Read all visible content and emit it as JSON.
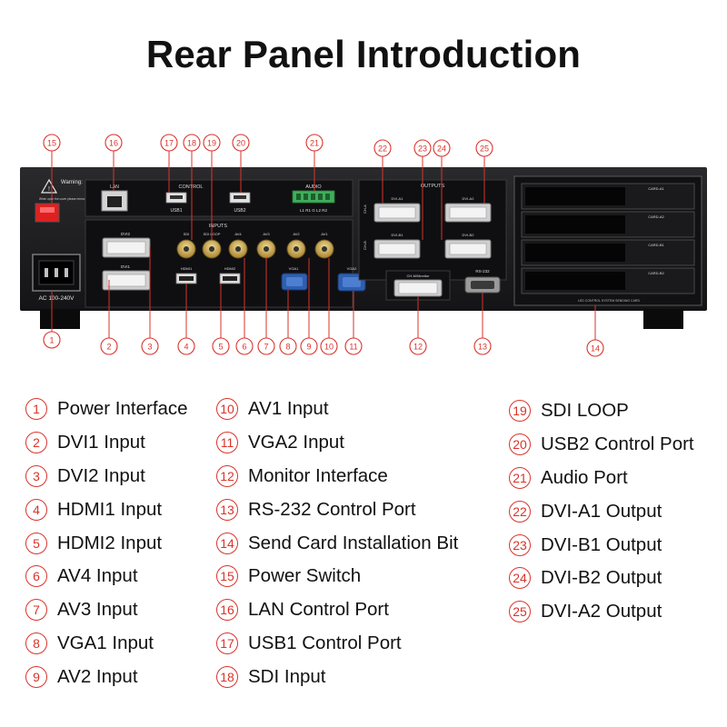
{
  "page": {
    "title": "Rear Panel Introduction"
  },
  "colors": {
    "accent_red": "#d9332b",
    "device_body": "#1d1d1f",
    "panel_dark": "#121214",
    "panel_light": "#d8d8d8",
    "connector_gold": "#c8a24a",
    "connector_blue": "#2f5fb0"
  },
  "device": {
    "panel_labels": {
      "warning": "Warning:",
      "warning_note": "When open the cover please remove the power supply",
      "ac_label": "AC 100-240V",
      "lan": "LAN",
      "control": "CONTROL",
      "usb1": "USB1",
      "usb2": "USB2",
      "audio": "AUDIO",
      "audio_pins": "L1 R1 G L2 R2",
      "inputs": "INPUTS",
      "dvi2": "DVI2",
      "dvi1": "DVI1",
      "sdi": "SDI",
      "sdi_loop": "SDI LOOP",
      "av4": "AV4",
      "av3": "AV3",
      "av2": "AV2",
      "av1": "AV1",
      "hdmi1": "HDMI1",
      "hdmi2": "HDMI2",
      "vga1": "VGA1",
      "vga2": "VGA2",
      "outputs": "OUTPUTS",
      "ch_a": "CH-A",
      "ch_b": "CH-B",
      "dvi_a1": "DVI-A1",
      "dvi_a2": "DVI-A2",
      "dvi_b1": "DVI-B1",
      "dvi_b2": "DVI-B2",
      "monitor": "CH-M/Monitor",
      "rs232": "RS-232",
      "card_a1": "CARD-A1",
      "card_a2": "CARD-A2",
      "card_b1": "CARD-B1",
      "card_b2": "CARD-B2",
      "card_bay": "LED CONTROL SYSTEM SENDING CARD"
    },
    "callouts": {
      "c1": "1",
      "c2": "2",
      "c3": "3",
      "c4": "4",
      "c5": "5",
      "c6": "6",
      "c7": "7",
      "c8": "8",
      "c9": "9",
      "c10": "10",
      "c11": "11",
      "c12": "12",
      "c13": "13",
      "c14": "14",
      "c15": "15",
      "c16": "16",
      "c17": "17",
      "c18": "18",
      "c19": "19",
      "c20": "20",
      "c21": "21",
      "c22": "22",
      "c23": "23",
      "c24": "24",
      "c25": "25"
    }
  },
  "legend": {
    "columns": [
      [
        {
          "num": "1",
          "label": "Power Interface"
        },
        {
          "num": "2",
          "label": "DVI1 Input"
        },
        {
          "num": "3",
          "label": "DVI2 Input"
        },
        {
          "num": "4",
          "label": "HDMI1 Input"
        },
        {
          "num": "5",
          "label": "HDMI2 Input"
        },
        {
          "num": "6",
          "label": "AV4 Input"
        },
        {
          "num": "7",
          "label": "AV3 Input"
        },
        {
          "num": "8",
          "label": "VGA1 Input"
        },
        {
          "num": "9",
          "label": "AV2  Input"
        }
      ],
      [
        {
          "num": "10",
          "label": "AV1 Input"
        },
        {
          "num": "11",
          "label": "VGA2 Input"
        },
        {
          "num": "12",
          "label": "Monitor Interface"
        },
        {
          "num": "13",
          "label": "RS-232 Control Port"
        },
        {
          "num": "14",
          "label": "Send Card Installation Bit"
        },
        {
          "num": "15",
          "label": "Power Switch"
        },
        {
          "num": "16",
          "label": "LAN Control Port"
        },
        {
          "num": "17",
          "label": "USB1 Control Port"
        },
        {
          "num": "18",
          "label": "SDI Input"
        }
      ],
      [
        {
          "num": "19",
          "label": "SDI LOOP"
        },
        {
          "num": "20",
          "label": "USB2 Control Port"
        },
        {
          "num": "21",
          "label": "Audio Port"
        },
        {
          "num": "22",
          "label": "DVI-A1 Output"
        },
        {
          "num": "23",
          "label": "DVI-B1 Output"
        },
        {
          "num": "24",
          "label": "DVI-B2 Output"
        },
        {
          "num": "25",
          "label": "DVI-A2 Output"
        }
      ]
    ]
  }
}
